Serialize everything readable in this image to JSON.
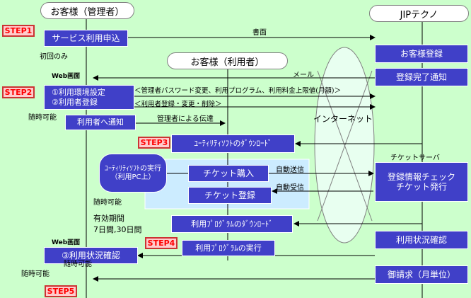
{
  "actors": {
    "admin": "お客様（管理者）",
    "jip": "JIPテクノ",
    "user": "お客様（利用者）"
  },
  "steps": [
    "STEP1",
    "STEP2",
    "STEP3",
    "STEP4",
    "STEP5"
  ],
  "boxes": {
    "service_apply": "サービス利用申込",
    "customer_register": "お客様登録",
    "register_done": "登録完了通知",
    "env_setting": "①利用環境設定",
    "user_register": "②利用者登録",
    "notify_user": "利用者へ通知",
    "util_download": "ﾕｰﾃｨﾘﾃｨｿﾌﾄのﾀﾞｳﾝﾛｰﾄﾞ",
    "util_exec": "ﾕｰﾃｨﾘﾃｨｿﾌﾄの実行（利用PC上）",
    "ticket_buy": "チケット購入",
    "ticket_register": "チケット登録",
    "info_check": "登録情報チェック",
    "ticket_issue": "チケット発行",
    "prog_download": "利用ﾌﾟﾛｸﾞﾗﾑのﾀﾞｳﾝﾛｰﾄﾞ",
    "prog_exec": "利用ﾌﾟﾛｸﾞﾗﾑの実行",
    "usage_check_jip": "利用状況確認",
    "usage_check": "③利用状況確認",
    "invoice": "御請求（月単位）"
  },
  "labels": {
    "document": "書面",
    "first_only": "初回のみ",
    "web_screen_1": "Web画面",
    "mail": "メール",
    "step2_note1": "＜管理者パスワード変更、利用プログラム、利用料金上限値(月額)＞",
    "step2_note2": "＜利用者登録・変更・削除＞",
    "anytime_1": "随時可能",
    "admin_relay": "管理者による伝達",
    "internet": "インターネット",
    "ticket_server": "チケットサーバ",
    "auto_send": "自動送信",
    "auto_receive": "自動受信",
    "anytime_2": "随時可能",
    "validity": "有効期間",
    "validity_days": "7日間,30日間",
    "web_screen_2": "Web画面",
    "anytime_3": "随時可能",
    "anytime_4": "随時可能"
  },
  "colors": {
    "background": "#ccffcc",
    "box": "#4040c8",
    "light_panel": "#ccecff",
    "step_text": "#ff0000",
    "step_fill": "#ffcccc"
  }
}
